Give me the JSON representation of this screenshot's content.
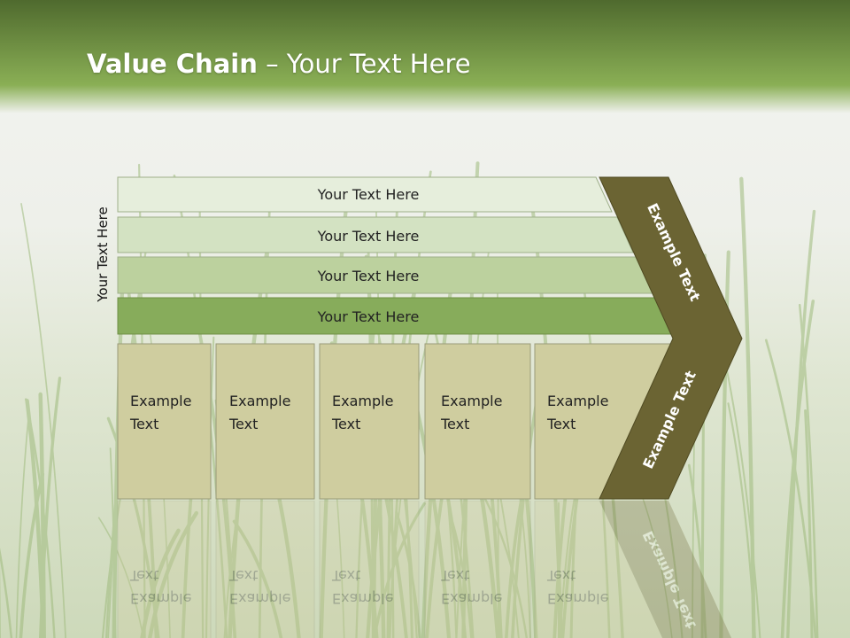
{
  "slide": {
    "title_bold": "Value Chain",
    "title_rest": " – Your Text Here",
    "side_label": "Your Text Here"
  },
  "bars": [
    {
      "label": "Your Text Here",
      "fill": "#e6eedc"
    },
    {
      "label": "Your Text Here",
      "fill": "#d3e2c2"
    },
    {
      "label": "Your Text Here",
      "fill": "#bcd19e"
    },
    {
      "label": "Your Text Here",
      "fill": "#87ac5b"
    }
  ],
  "boxes": [
    {
      "line1": "Example",
      "line2": "Text"
    },
    {
      "line1": "Example",
      "line2": "Text"
    },
    {
      "line1": "Example",
      "line2": "Text"
    },
    {
      "line1": "Example",
      "line2": "Text"
    },
    {
      "line1": "Example",
      "line2": "Text"
    }
  ],
  "chevron": {
    "upper_label": "Example Text",
    "lower_label": "Example Text",
    "fill": "#6b6433"
  },
  "colors": {
    "header_dark": "#4f6e2c",
    "header_light": "#8fb35a",
    "box_fill": "#cfcd9f",
    "box_stroke": "#9a9a7a"
  }
}
